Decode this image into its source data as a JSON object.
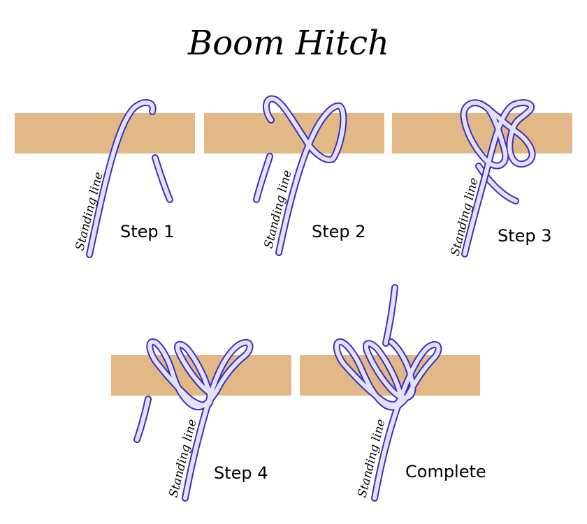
{
  "title": "Boom Hitch",
  "colors": {
    "spar": "#e2b887",
    "rope_outline": "#3a2fc0",
    "rope_fill": "#e4e2f8",
    "text": "#000000"
  },
  "panels": [
    {
      "label": "Step 1",
      "standing_label": "Standing line"
    },
    {
      "label": "Step 2",
      "standing_label": "Standing line"
    },
    {
      "label": "Step 3",
      "standing_label": "Standing line"
    },
    {
      "label": "Step 4",
      "standing_label": "Standing line"
    },
    {
      "label": "Complete",
      "standing_label": "Standing line"
    }
  ]
}
